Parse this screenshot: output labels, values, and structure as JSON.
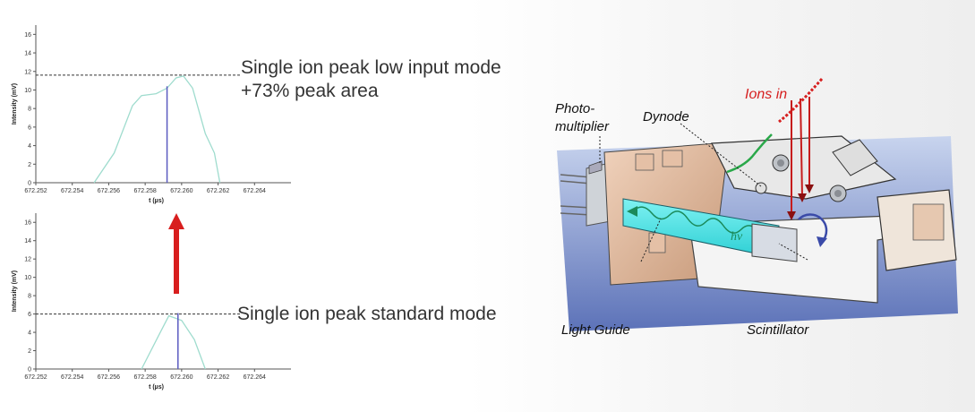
{
  "chart_data": [
    {
      "type": "line",
      "xlabel": "t (µs)",
      "ylabel": "Intensity (mV)",
      "xticks": [
        "672.252",
        "672.254",
        "672.256",
        "672.258",
        "672.260",
        "672.262",
        "672.264"
      ],
      "yticks": [
        "0",
        "2",
        "4",
        "6",
        "8",
        "10",
        "12",
        "14",
        "16"
      ],
      "xlim": [
        672.252,
        672.266
      ],
      "ylim": [
        0,
        17
      ],
      "series": [
        {
          "x": [
            672.2552,
            672.2563,
            672.2573,
            672.2578,
            672.2586,
            672.2592,
            672.2597,
            672.2601,
            672.2606,
            672.2613,
            672.2618,
            672.2621
          ],
          "y": [
            0,
            3.2,
            8.3,
            9.4,
            9.6,
            10.2,
            11.3,
            11.5,
            10.2,
            5.3,
            3.2,
            0
          ]
        }
      ],
      "stick": {
        "x": 672.2592,
        "y": 10.4
      },
      "reference_y": 11.6
    },
    {
      "type": "line",
      "xlabel": "t (µs)",
      "ylabel": "Intensity (mV)",
      "xticks": [
        "672.252",
        "672.254",
        "672.256",
        "672.258",
        "672.260",
        "672.262",
        "672.264"
      ],
      "yticks": [
        "0",
        "2",
        "4",
        "6",
        "8",
        "10",
        "12",
        "14",
        "16"
      ],
      "xlim": [
        672.252,
        672.266
      ],
      "ylim": [
        0,
        17
      ],
      "series": [
        {
          "x": [
            672.2578,
            672.2587,
            672.2593,
            672.26,
            672.2607,
            672.2613
          ],
          "y": [
            0,
            3.5,
            5.8,
            5.3,
            3.2,
            0
          ]
        }
      ],
      "stick": {
        "x": 672.2598,
        "y": 6.1
      },
      "reference_y": 6.0
    }
  ],
  "annotations": {
    "top_line1": "Single ion peak low input mode",
    "top_line2": "+73% peak area",
    "bottom": "Single ion peak standard mode"
  },
  "diagram": {
    "labels": {
      "photomultiplier_1": "Photo-",
      "photomultiplier_2": "multiplier",
      "dynode": "Dynode",
      "ions_in": "Ions in",
      "light_guide": "Light Guide",
      "scintillator": "Scintillator",
      "hv": "hv"
    }
  },
  "colors": {
    "profile_line": "#9fdcce",
    "stick_line": "#5b5bc0",
    "arrow": "#d81e1e",
    "ions": "#d62020",
    "light_guide": "#3de6e6"
  }
}
